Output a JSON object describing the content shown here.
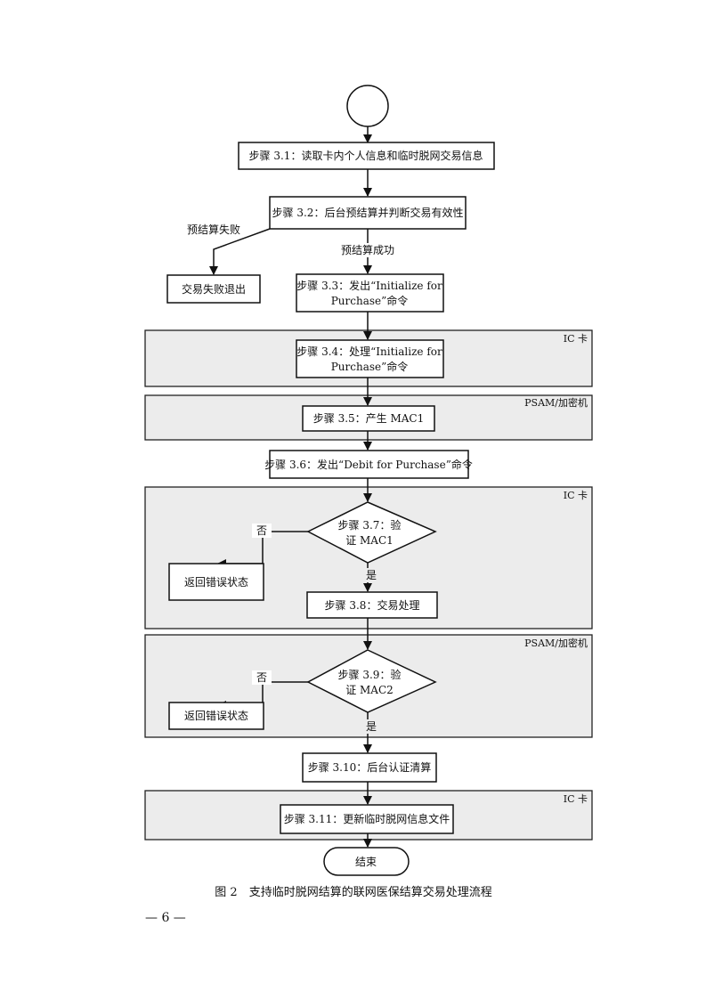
{
  "zones": {
    "ic_card": "IC 卡",
    "psam": "PSAM/加密机"
  },
  "nodes": {
    "start": "",
    "s31": "步骤 3.1：读取卡内个人信息和临时脱网交易信息",
    "s32": "步骤 3.2：后台预结算并判断交易有效性",
    "fail_exit": "交易失败退出",
    "s33_l1": "步骤 3.3：发出“Initialize for",
    "s33_l2": "Purchase”命令",
    "s34_l1": "步骤 3.4：处理“Initialize for",
    "s34_l2": "Purchase”命令",
    "s35": "步骤 3.5：产生 MAC1",
    "s36": "步骤 3.6：发出“Debit for Purchase”命令",
    "s37_l1": "步骤 3.7：验",
    "s37_l2": "证 MAC1",
    "err1": "返回错误状态",
    "s38": "步骤 3.8：交易处理",
    "s39_l1": "步骤 3.9：验",
    "s39_l2": "证 MAC2",
    "err2": "返回错误状态",
    "s310": "步骤 3.10：后台认证清算",
    "s311": "步骤 3.11：更新临时脱网信息文件",
    "end": "结束"
  },
  "edges": {
    "pre_fail": "预结算失败",
    "pre_ok": "预结算成功",
    "no1": "否",
    "yes1": "是",
    "no2": "否",
    "yes2": "是"
  },
  "caption": "图 2　支持临时脱网结算的联网医保结算交易处理流程",
  "page_number": "— 6 —"
}
